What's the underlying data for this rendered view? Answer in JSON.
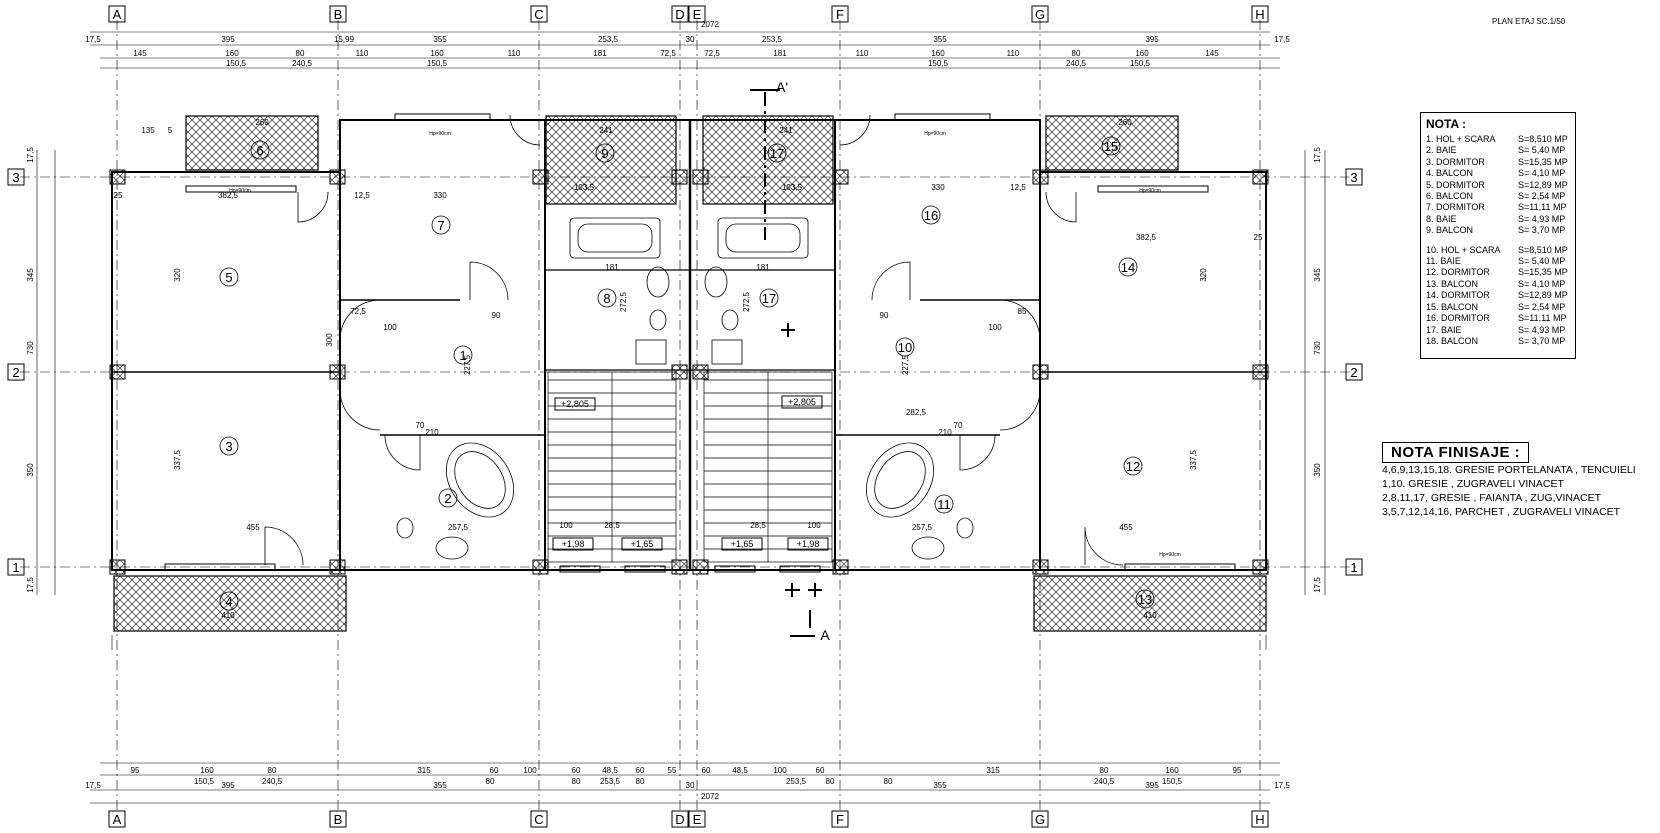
{
  "sheet_title": "PLAN ETAJ SC.1/50",
  "axes_x": [
    "A",
    "B",
    "C",
    "D",
    "E",
    "F",
    "G",
    "H"
  ],
  "axes_y": [
    "3",
    "2",
    "1"
  ],
  "dims_top_total": "2072",
  "dims_top_row1": [
    "17,5",
    "395",
    "15,99",
    "355",
    "253,5",
    "30",
    "253,5",
    "355",
    "395",
    "17,5"
  ],
  "dims_top_row2": [
    "145",
    "160",
    "80",
    "110",
    "160",
    "110",
    "181",
    "72,5",
    "72,5",
    "181",
    "110",
    "160",
    "110",
    "80",
    "160",
    "145"
  ],
  "dims_top_row3": [
    "150,5",
    "240,5",
    "150,5",
    "150,5",
    "240,5",
    "150,5"
  ],
  "dims_bottom_total": "2072",
  "dims_bottom_row1": [
    "95",
    "160",
    "80",
    "315",
    "60",
    "100",
    "60",
    "48,5",
    "60",
    "55",
    "60",
    "48,5",
    "100",
    "60",
    "315",
    "80",
    "160",
    "95"
  ],
  "dims_bottom_row2": [
    "150,5",
    "240,5",
    "80",
    "80",
    "253,5",
    "80",
    "253,5",
    "80",
    "80",
    "240,5",
    "150,5"
  ],
  "dims_bottom_row3": [
    "17,5",
    "395",
    "355",
    "30",
    "355",
    "395",
    "17,5"
  ],
  "dims_left": [
    "17,5",
    "345",
    "730",
    "350",
    "17,5"
  ],
  "dims_right": [
    "17,5",
    "345",
    "730",
    "350",
    "17,5"
  ],
  "room_numbers": [
    "1",
    "2",
    "3",
    "4",
    "5",
    "6",
    "7",
    "8",
    "9",
    "10",
    "11",
    "12",
    "13",
    "14",
    "15",
    "16",
    "17",
    "17"
  ],
  "inner_dims": [
    "135",
    "5",
    "382,5",
    "330",
    "12,5",
    "25",
    "382,5",
    "330",
    "12,5",
    "25",
    "455",
    "455",
    "257,5",
    "257,5",
    "282,5",
    "227,5",
    "227,5",
    "320",
    "320",
    "337,5",
    "337,5",
    "272,5",
    "272,5",
    "181",
    "181",
    "103,5",
    "103,5",
    "241",
    "241",
    "260",
    "260",
    "410",
    "410",
    "90",
    "90",
    "72,5",
    "85",
    "70",
    "70",
    "210",
    "210",
    "100",
    "100",
    "100",
    "100",
    "28,5",
    "28,5",
    "300"
  ],
  "levels": [
    "+2,805",
    "+2,805",
    "+1,98",
    "+1,98",
    "+1,65",
    "+1,65"
  ],
  "section_marks": [
    "A'",
    "A"
  ],
  "window_sill_label": "Hp=90cm",
  "nota": {
    "title": "NOTA :",
    "group1": [
      {
        "name": "1. HOL + SCARA",
        "area": "S=8,510 MP"
      },
      {
        "name": "2. BAIE",
        "area": "S=  5,40 MP"
      },
      {
        "name": "3. DORMITOR",
        "area": "S=15,35 MP"
      },
      {
        "name": "4. BALCON",
        "area": "S=  4,10 MP"
      },
      {
        "name": "5. DORMITOR",
        "area": "S=12,89 MP"
      },
      {
        "name": "6. BALCON",
        "area": "S=  2,54 MP"
      },
      {
        "name": "7. DORMITOR",
        "area": "S=11,11 MP"
      },
      {
        "name": "8. BAIE",
        "area": "S=  4,93 MP"
      },
      {
        "name": "9. BALCON",
        "area": "S=  3,70 MP"
      }
    ],
    "group2": [
      {
        "name": "10. HOL + SCARA",
        "area": "S=8,510 MP"
      },
      {
        "name": "11. BAIE",
        "area": "S=  5,40 MP"
      },
      {
        "name": "12. DORMITOR",
        "area": "S=15,35 MP"
      },
      {
        "name": "13. BALCON",
        "area": "S=  4,10 MP"
      },
      {
        "name": "14. DORMITOR",
        "area": "S=12,89 MP"
      },
      {
        "name": "15. BALCON",
        "area": "S=  2,54 MP"
      },
      {
        "name": "16. DORMITOR",
        "area": "S=11,11 MP"
      },
      {
        "name": "17. BAIE",
        "area": "S=  4,93 MP"
      },
      {
        "name": "18. BALCON",
        "area": "S=  3,70 MP"
      }
    ]
  },
  "finisaje": {
    "title": "NOTA FINISAJE :",
    "lines": [
      "4,6,9,13,15,18. GRESIE PORTELANATA ,  TENCUIELI",
      "1,10. GRESIE , ZUGRAVELI VINACET",
      "2,8,11,17, GRESIE , FAIANTA , ZUG,VINACET",
      "3,5,7,12,14,16, PARCHET , ZUGRAVELI VINACET"
    ]
  }
}
